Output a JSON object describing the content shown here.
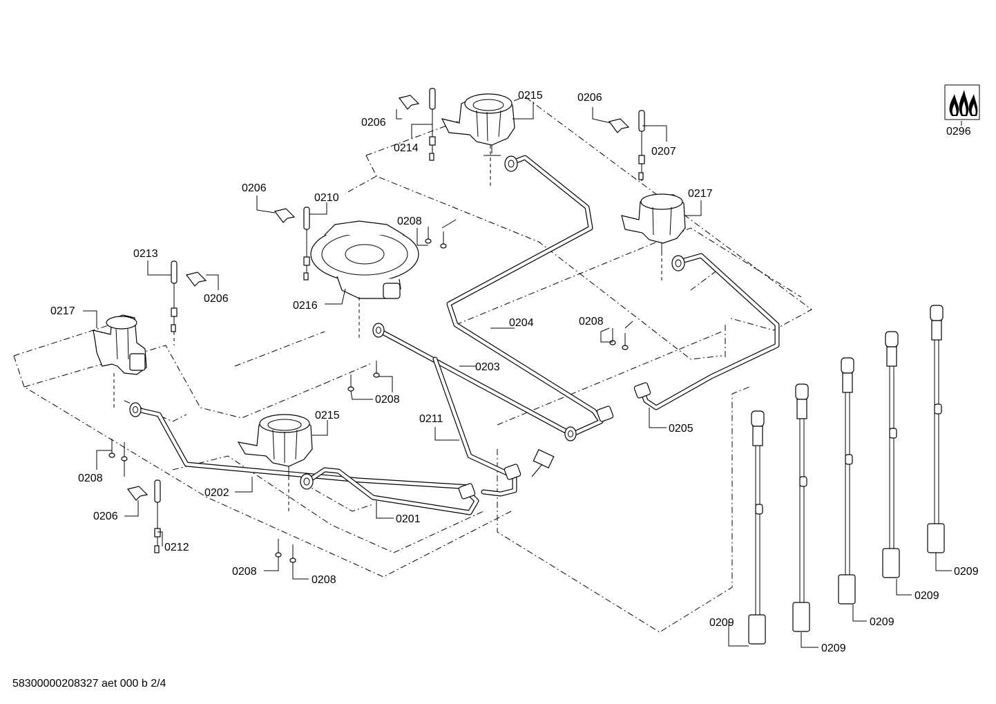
{
  "footer_text": "58300000208327 aet 000 b 2/4",
  "labels": {
    "l_0215_top": "0215",
    "l_0206_a": "0206",
    "l_0214": "0214",
    "l_0206_b": "0206",
    "l_0207": "0207",
    "l_0296": "0296",
    "l_0206_c": "0206",
    "l_0210": "0210",
    "l_0208_a": "0208",
    "l_0217_right": "0217",
    "l_0213": "0213",
    "l_0206_d": "0206",
    "l_0216": "0216",
    "l_0217_left": "0217",
    "l_0204": "0204",
    "l_0208_b": "0208",
    "l_0203": "0203",
    "l_0208_c": "0208",
    "l_0215_mid": "0215",
    "l_0211": "0211",
    "l_0205": "0205",
    "l_0208_d": "0208",
    "l_0202": "0202",
    "l_0206_e": "0206",
    "l_0201": "0201",
    "l_0212": "0212",
    "l_0208_e": "0208",
    "l_0208_f": "0208",
    "l_0209_a": "0209",
    "l_0209_b": "0209",
    "l_0209_c": "0209",
    "l_0209_d": "0209",
    "l_0209_e": "0209"
  }
}
